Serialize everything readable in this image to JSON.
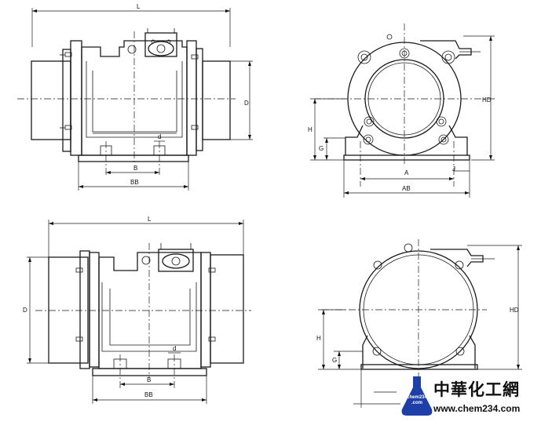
{
  "dimension_labels": {
    "L": "L",
    "D": "D",
    "B": "B",
    "BB": "BB",
    "d": "d",
    "H": "H",
    "G": "G",
    "HD": "HD",
    "A": "A",
    "AB": "AB",
    "J": "J"
  },
  "watermark": {
    "chinese_name": "中華化工網",
    "url": "www.chem234.com",
    "flask_text_line1": "chem234",
    "flask_text_line2": ".com",
    "flask_color": "#1f3fa8"
  }
}
